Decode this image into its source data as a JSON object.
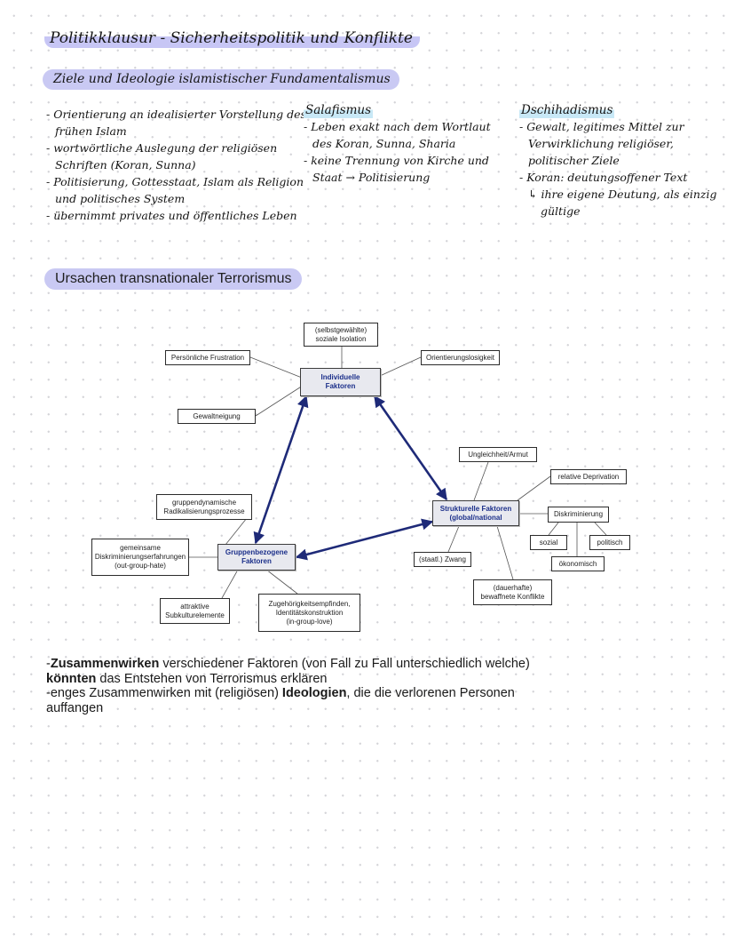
{
  "header": {
    "title": "Politikklausur - Sicherheitspolitik und Konflikte"
  },
  "section1": {
    "heading": "Ziele und Ideologie islamistischer Fundamentalismus",
    "col1": {
      "items": [
        "- Orientierung an idealisierter Vorstellung des frühen Islam",
        "- wortwörtliche Auslegung der religiösen Schriften (Koran, Sunna)",
        "- Politisierung, Gottesstaat, Islam als Religion und politisches System",
        "- übernimmt privates und öffentliches Leben"
      ]
    },
    "col2": {
      "heading": "Salafismus",
      "items": [
        "- Leben exakt nach dem Wortlaut des Koran, Sunna, Sharia",
        "- keine Trennung von Kirche und Staat → Politisierung"
      ]
    },
    "col3": {
      "heading": "Dschihadismus",
      "items": [
        "- Gewalt, legitimes Mittel zur Verwirklichung religiöser, politischer Ziele",
        "- Koran: deutungsoffener Text"
      ],
      "subitem": "↳ ihre eigene Deutung, als einzig gültige"
    }
  },
  "section2": {
    "heading": "Ursachen transnationaler Terrorismus"
  },
  "diagram": {
    "individual": "Individuelle\nFaktoren",
    "isolation": "(selbstgewählte)\nsoziale Isolation",
    "frustration": "Persönliche Frustration",
    "orientation": "Orientierungslosigkeit",
    "violence": "Gewaltneigung",
    "structural": "Strukturelle Faktoren\n(global/national",
    "inequality": "Ungleichheit/Armut",
    "deprivation": "relative Deprivation",
    "discrimination": "Diskriminierung",
    "social": "sozial",
    "political": "politisch",
    "economic": "ökonomisch",
    "coercion": "(staatl.) Zwang",
    "conflicts": "(dauerhafte)\nbewaffnete Konflikte",
    "group": "Gruppenbezogene\nFaktoren",
    "group_dynamics": "gruppendynamische\nRadikalisierungsprozesse",
    "shared_discrimination": "gemeinsame\nDiskriminierungserfahrungen\n(out-group-hate)",
    "subculture": "attraktive\nSubkulturelemente",
    "belonging": "Zugehörigkeitsempfinden,\nIdentitätskonstruktion\n(in-group-love)"
  },
  "summary": {
    "line1_bold": "Zusammenwirken",
    "line1_rest": " verschiedener Faktoren (von Fall zu Fall unterschiedlich welche)",
    "line2_bold": "könnten",
    "line2_rest": " das Entstehen von Terrorismus erklären",
    "line3_rest": "-enges Zusammenwirken mit (religiösen) ",
    "line3_bold": "Ideologien",
    "line3_tail": ", die die verlorenen Personen",
    "line4": "auffangen"
  },
  "colors": {
    "highlight_purple": "#c9c9f3",
    "highlight_blue": "#c8e8f6",
    "arrow_navy": "#1e2a78"
  }
}
